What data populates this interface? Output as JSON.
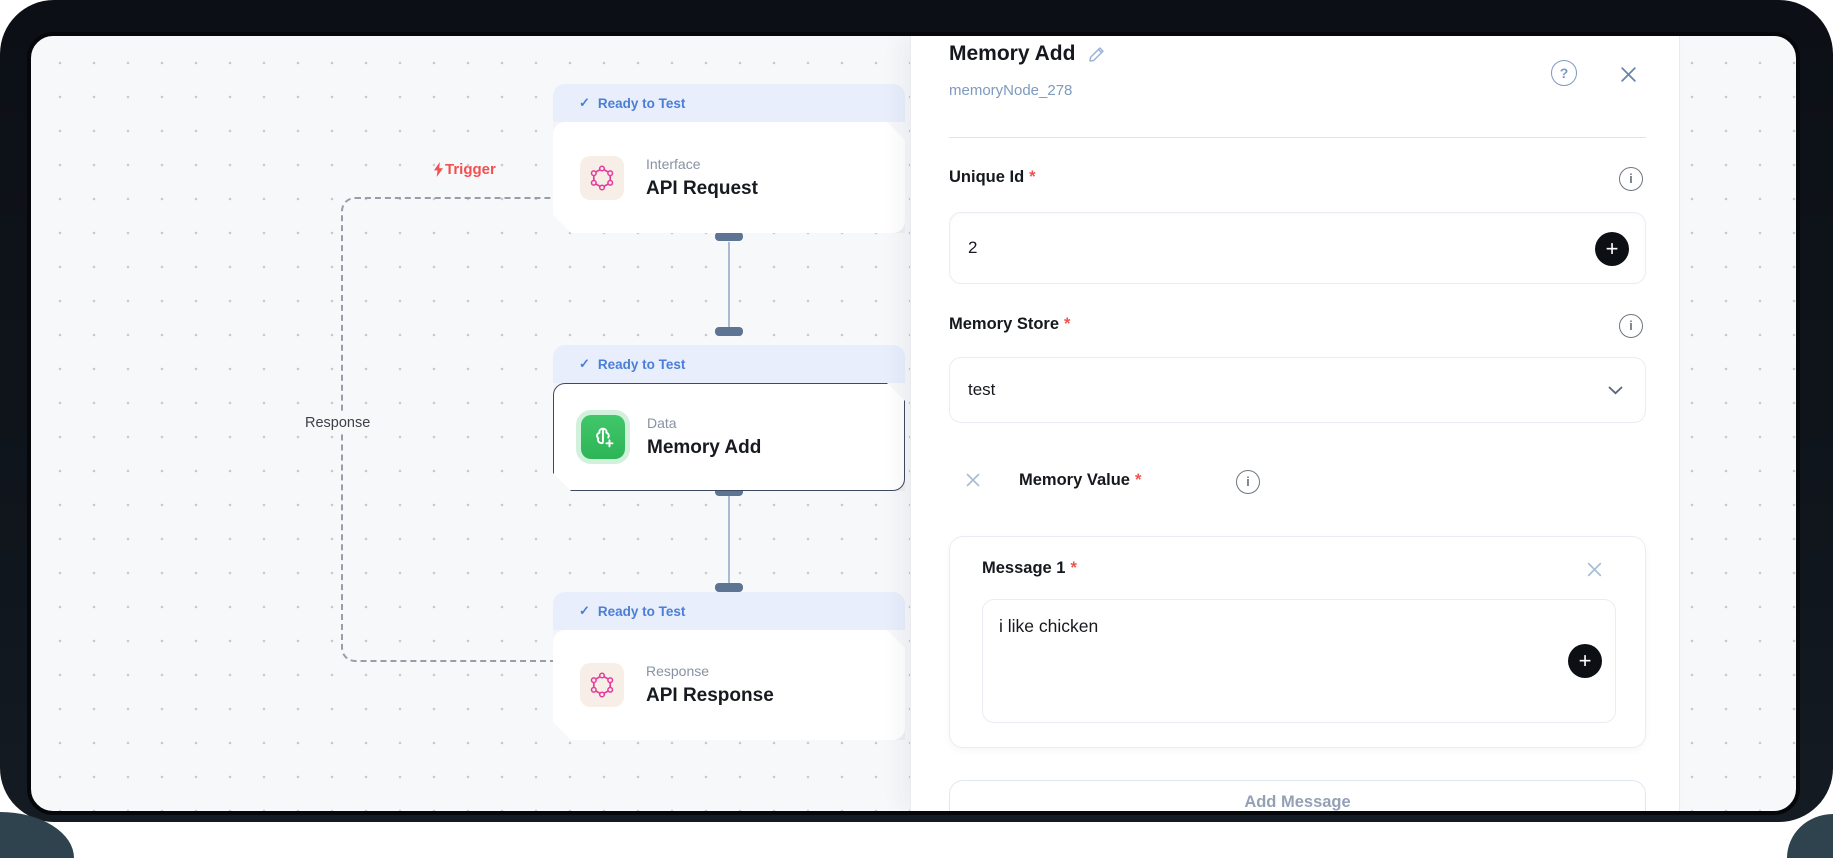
{
  "canvas": {
    "edge_labels": {
      "trigger": "Trigger",
      "response": "Response"
    },
    "nodes": [
      {
        "status": "Ready to Test",
        "category": "Interface",
        "title": "API Request",
        "icon": "molecule-pink-icon",
        "selected": false
      },
      {
        "status": "Ready to Test",
        "category": "Data",
        "title": "Memory Add",
        "icon": "brain-add-green-icon",
        "selected": true
      },
      {
        "status": "Ready to Test",
        "category": "Response",
        "title": "API Response",
        "icon": "molecule-pink-icon",
        "selected": false
      }
    ]
  },
  "panel": {
    "title": "Memory Add",
    "node_id": "memoryNode_278",
    "required_marker": "*",
    "fields": {
      "unique_id": {
        "label": "Unique Id",
        "value": "2"
      },
      "memory_store": {
        "label": "Memory Store",
        "value": "test"
      },
      "memory_value": {
        "label": "Memory Value"
      },
      "message1": {
        "label": "Message 1",
        "value": "i like chicken"
      }
    },
    "add_message_label": "Add Message"
  },
  "glyphs": {
    "check": "✓",
    "question": "?",
    "plus": "+",
    "info": "i"
  },
  "colors": {
    "badge_bg": "#e8eefc",
    "badge_text": "#4b7ed6",
    "trigger_red": "#f2504e",
    "accent_blue": "#4b7ed6",
    "required_red": "#ef5350",
    "node_green": "#2db457",
    "node_pink": "#e63b9b",
    "dark_frame": "#10161d",
    "canvas_bg": "#f7f8fa"
  }
}
